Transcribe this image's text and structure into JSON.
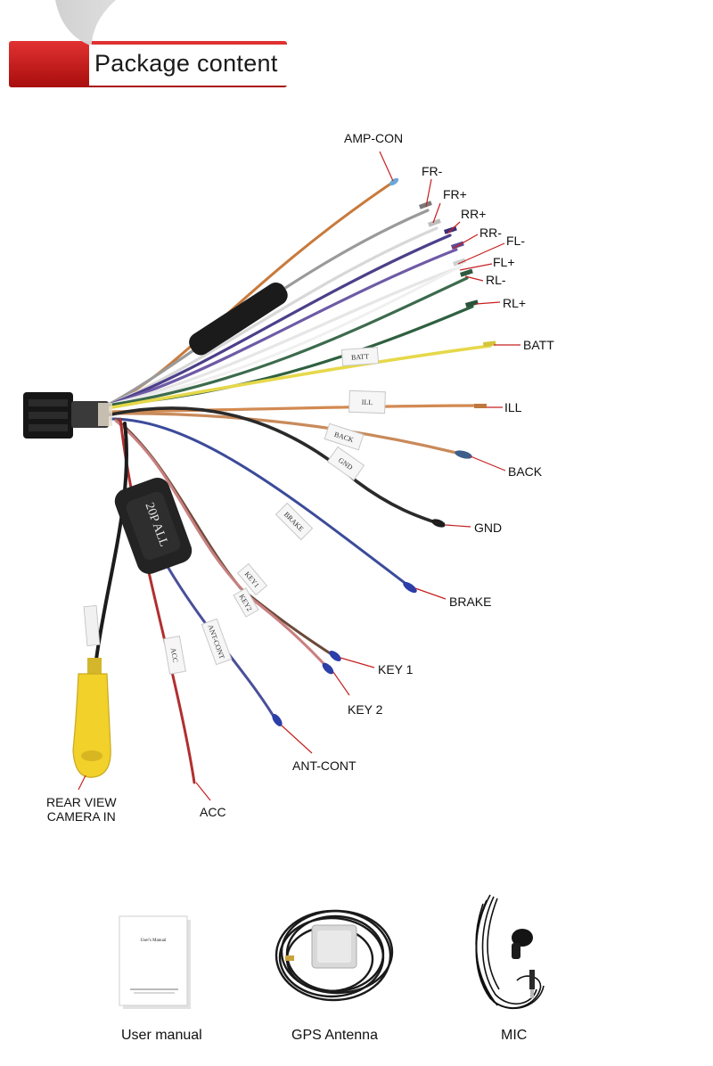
{
  "banner": {
    "title": "Package content"
  },
  "labels": {
    "amp_con": "AMP-CON",
    "fr_minus": "FR-",
    "fr_plus": "FR+",
    "rr_plus": "RR+",
    "rr_minus": "RR-",
    "fl_minus": "FL-",
    "fl_plus": "FL+",
    "rl_minus": "RL-",
    "rl_plus": "RL+",
    "batt": "BATT",
    "ill": "ILL",
    "back": "BACK",
    "gnd": "GND",
    "brake": "BRAKE",
    "key1": "KEY 1",
    "key2": "KEY 2",
    "ant_cont": "ANT-CONT",
    "acc": "ACC",
    "rear_view_line1": "REAR VIEW",
    "rear_view_line2": "CAMERA IN"
  },
  "wire_tags": {
    "batt": "BATT",
    "ill": "ILL",
    "back": "BACK",
    "gnd": "GND",
    "brake": "BRAKE",
    "key1": "KEY1",
    "key2": "KEY2",
    "ant_cont": "ANT-CONT",
    "acc": "ACC",
    "module": "20P ALL"
  },
  "accessories": {
    "manual": {
      "caption": "User manual",
      "cover_title": "User's Manual"
    },
    "gps": {
      "caption": "GPS Antenna"
    },
    "mic": {
      "caption": "MIC"
    }
  }
}
